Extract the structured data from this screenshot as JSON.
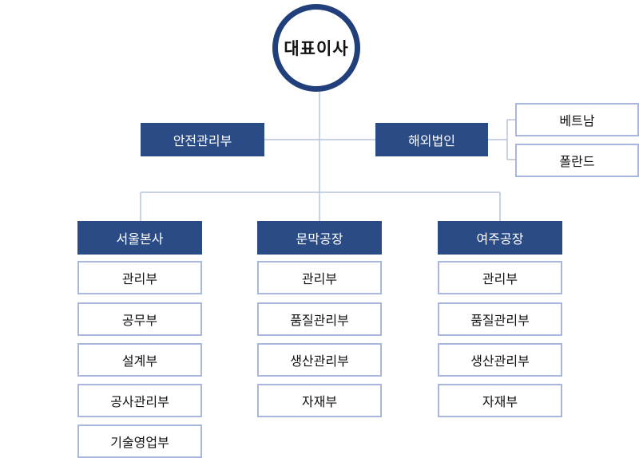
{
  "colors": {
    "dept_fill": "#2a4b85",
    "ceo_border": "#213f7a",
    "sub_border": "#a9b7de",
    "connector": "#b7c3d9"
  },
  "ceo": "대표이사",
  "safety_dept": "안전관리부",
  "overseas": {
    "label": "해외법인",
    "items": [
      "베트남",
      "폴란드"
    ]
  },
  "seoul": {
    "label": "서울본사",
    "items": [
      "관리부",
      "공무부",
      "설계부",
      "공사관리부",
      "기술영업부"
    ]
  },
  "mungmak": {
    "label": "문막공장",
    "items": [
      "관리부",
      "품질관리부",
      "생산관리부",
      "자재부"
    ]
  },
  "yeoju": {
    "label": "여주공장",
    "items": [
      "관리부",
      "품질관리부",
      "생산관리부",
      "자재부"
    ]
  }
}
